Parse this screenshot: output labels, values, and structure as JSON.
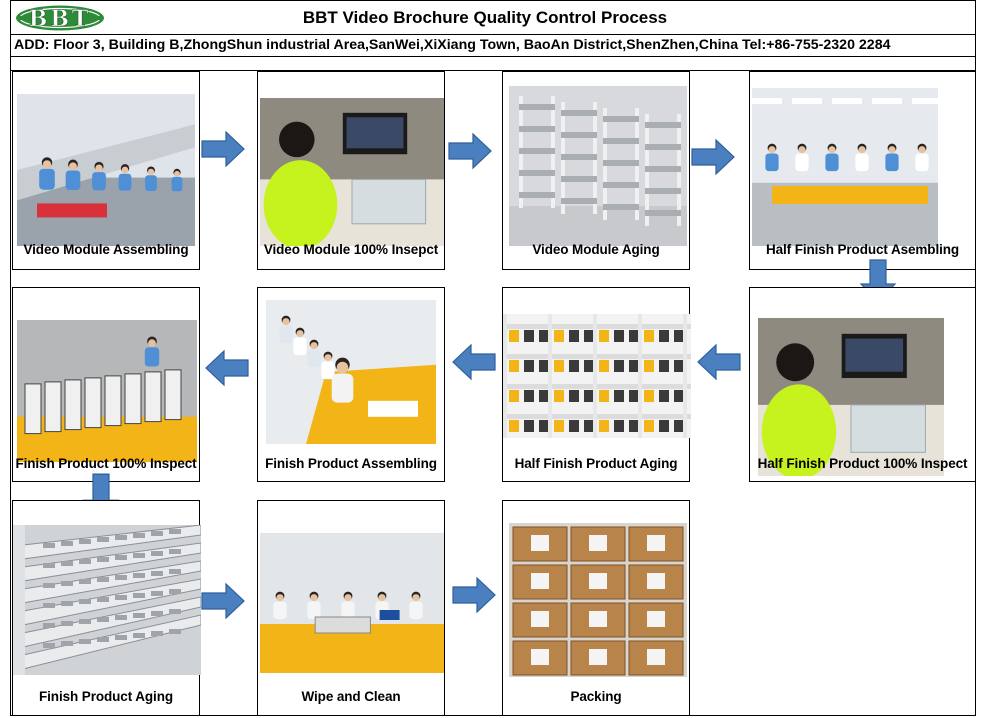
{
  "header": {
    "logo_text": "BBT",
    "title": "BBT Video Brochure Quality Control Process",
    "address": "ADD: Floor 3, Building B,ZhongShun industrial Area,SanWei,XiXiang Town, BaoAn District,ShenZhen,China  Tel:+86-755-2320 2284"
  },
  "colors": {
    "logo_green": "#2e8b3a",
    "arrow_blue": "#4a7fc0",
    "arrow_border": "#2f5f9a",
    "table_yellow": "#f2b417",
    "worker_uniform": "#4f8fd6",
    "hivis_green": "#c6f21e"
  },
  "steps": [
    {
      "caption": "Video Module Assembling",
      "icon": "assembly-line-photo"
    },
    {
      "caption": "Video Module 100% Insepct",
      "icon": "inspection-photo"
    },
    {
      "caption": "Video Module Aging",
      "icon": "aging-rack-photo"
    },
    {
      "caption": "Half Finish Product Asembling",
      "icon": "assembly-line-photo"
    },
    {
      "caption": "Half Finish Product 100% Inspect",
      "icon": "inspection-photo"
    },
    {
      "caption": "Half Finish Product Aging",
      "icon": "aging-rack-photo"
    },
    {
      "caption": "Finish Product Assembling",
      "icon": "assembly-table-photo"
    },
    {
      "caption": "Finish Product 100% Inspect",
      "icon": "product-stacks-photo"
    },
    {
      "caption": "Finish Product Aging",
      "icon": "aging-rack-photo"
    },
    {
      "caption": "Wipe and Clean",
      "icon": "assembly-table-photo"
    },
    {
      "caption": "Packing",
      "icon": "cartons-photo"
    }
  ],
  "arrows": [
    "right",
    "right",
    "right",
    "down",
    "left",
    "left",
    "left",
    "down",
    "right",
    "right"
  ]
}
